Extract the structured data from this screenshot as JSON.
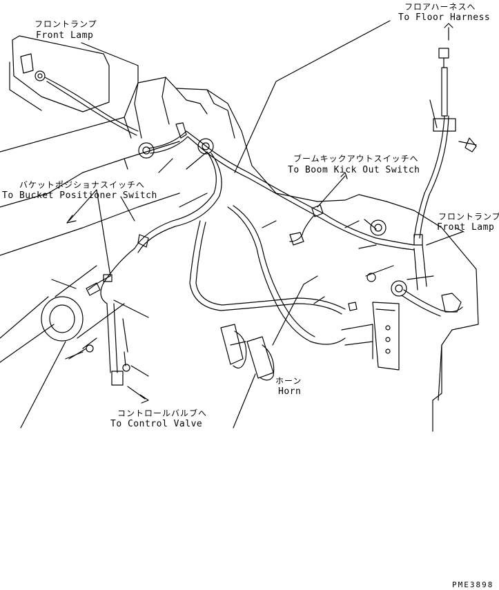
{
  "labels": {
    "front_lamp_left": {
      "jp": "フロントランプ",
      "en": "Front Lamp"
    },
    "floor_harness": {
      "jp": "フロアハーネスへ",
      "en": "To Floor Harness"
    },
    "boom_kick_out": {
      "jp": "ブームキックアウトスイッチへ",
      "en": "To Boom Kick Out Switch"
    },
    "bucket_positioner": {
      "jp": "バケットポジショナスイッチへ",
      "en": "To Bucket Positioner Switch"
    },
    "front_lamp_right": {
      "jp": "フロントランプ",
      "en": "Front Lamp"
    },
    "horn": {
      "jp": "ホーン",
      "en": "Horn"
    },
    "control_valve": {
      "jp": "コントロールバルブへ",
      "en": "To Control Valve"
    }
  },
  "drawing_code": "PME3898"
}
